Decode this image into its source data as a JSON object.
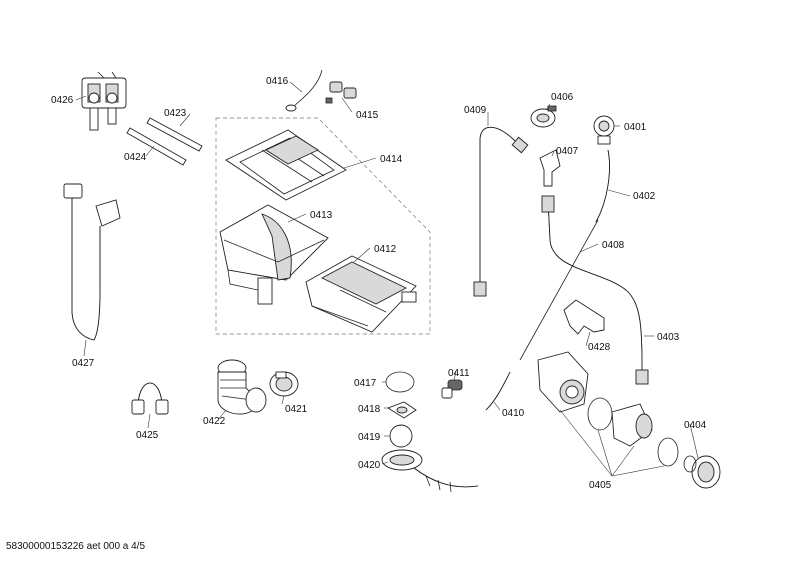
{
  "labels": {
    "p0426": "0426",
    "p0423": "0423",
    "p0424": "0424",
    "p0416": "0416",
    "p0415": "0415",
    "p0414": "0414",
    "p0413": "0413",
    "p0412": "0412",
    "p0427": "0427",
    "p0425": "0425",
    "p0422": "0422",
    "p0421": "0421",
    "p0409": "0409",
    "p0406": "0406",
    "p0401": "0401",
    "p0407": "0407",
    "p0402": "0402",
    "p0408": "0408",
    "p0428": "0428",
    "p0403": "0403",
    "p0417": "0417",
    "p0418": "0418",
    "p0419": "0419",
    "p0420": "0420",
    "p0411": "0411",
    "p0410": "0410",
    "p0404": "0404",
    "p0405": "0405"
  },
  "footer": "58300000153226 aet 000 a 4/5"
}
